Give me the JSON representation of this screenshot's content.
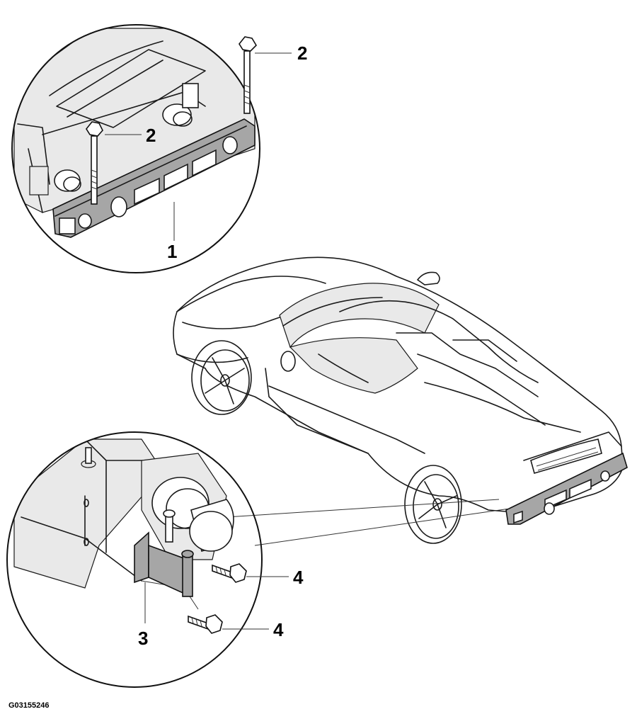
{
  "diagram": {
    "callouts": {
      "c1": "1",
      "c2a": "2",
      "c2b": "2",
      "c3": "3",
      "c4a": "4",
      "c4b": "4"
    },
    "figure_id": "G03155246",
    "colors": {
      "line": "#1a1a1a",
      "highlighted_part": "#a6a6a6",
      "background": "#ffffff"
    }
  }
}
